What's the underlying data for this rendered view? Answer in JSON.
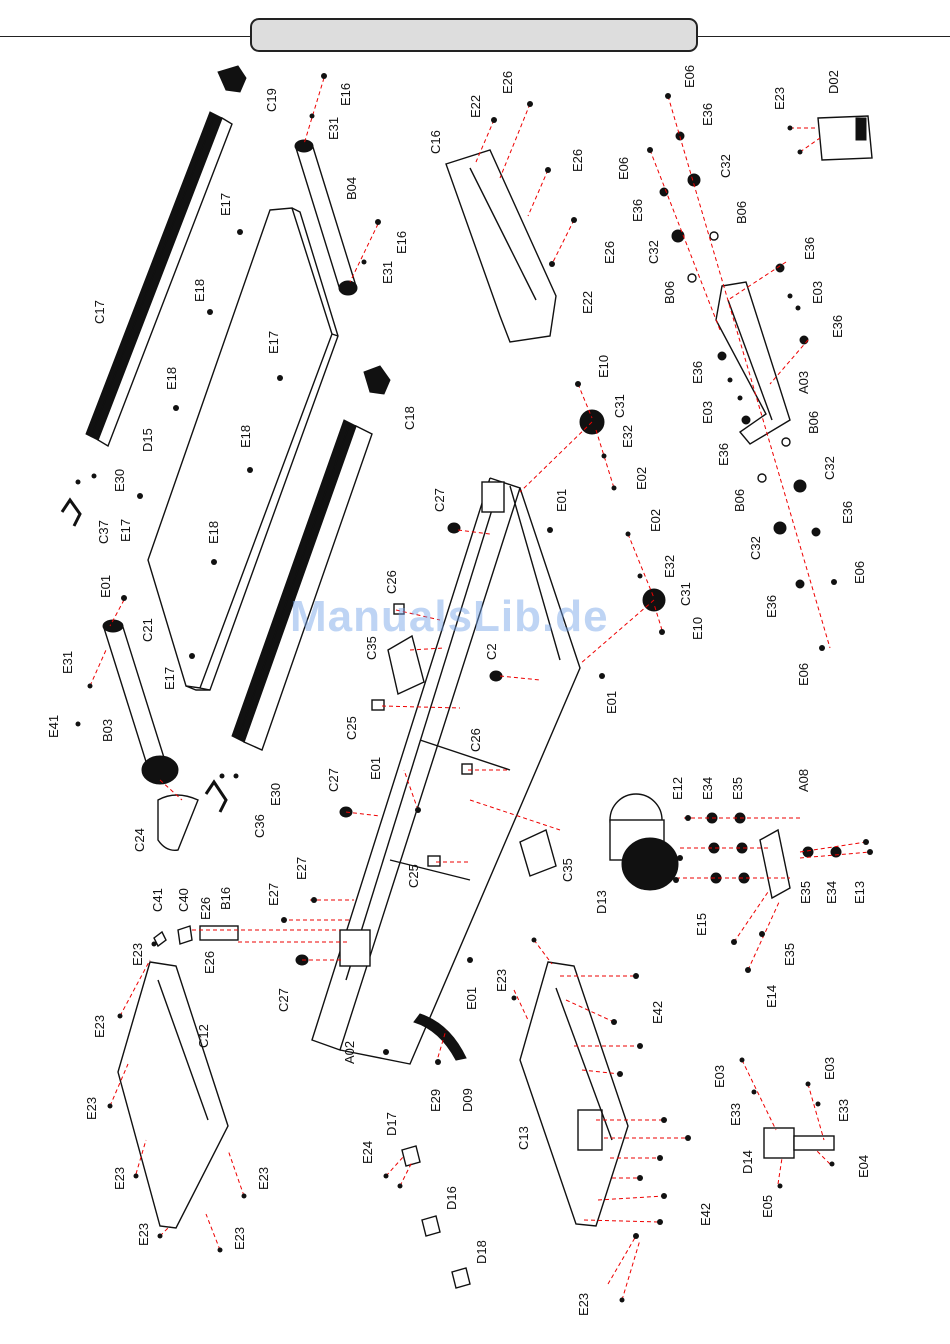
{
  "header": {
    "title": ""
  },
  "watermark": "ManualsLib.de",
  "labels": {
    "C19": "C19",
    "E16": "E16",
    "E31": "E31",
    "B04": "B04",
    "E17": "E17",
    "E18": "E18",
    "C17": "C17",
    "D15": "D15",
    "C18": "C18",
    "C21": "C21",
    "E30": "E30",
    "C37": "C37",
    "E01": "E01",
    "E41": "E41",
    "B03": "B03",
    "C24": "C24",
    "C36": "C36",
    "C35": "C35",
    "C25": "C25",
    "C26": "C26",
    "C27": "C27",
    "C2": "C2",
    "C16": "C16",
    "E22": "E22",
    "E26": "E26",
    "E10": "E10",
    "C31": "C31",
    "E32": "E32",
    "E02": "E02",
    "E06": "E06",
    "E36": "E36",
    "C32": "C32",
    "B06": "B06",
    "E03": "E03",
    "A03": "A03",
    "D02": "D02",
    "E23": "E23",
    "C41": "C41",
    "C40": "C40",
    "B16": "B16",
    "E27": "E27",
    "C12": "C12",
    "A02": "A02",
    "E29": "E29",
    "D09": "D09",
    "D17": "D17",
    "E24": "E24",
    "D16": "D16",
    "D18": "D18",
    "C13": "C13",
    "E42": "E42",
    "D13": "D13",
    "E12": "E12",
    "E34": "E34",
    "E35": "E35",
    "A08": "A08",
    "E13": "E13",
    "E15": "E15",
    "E14": "E14",
    "E33": "E33",
    "D14": "D14",
    "E04": "E04",
    "E05": "E05"
  }
}
